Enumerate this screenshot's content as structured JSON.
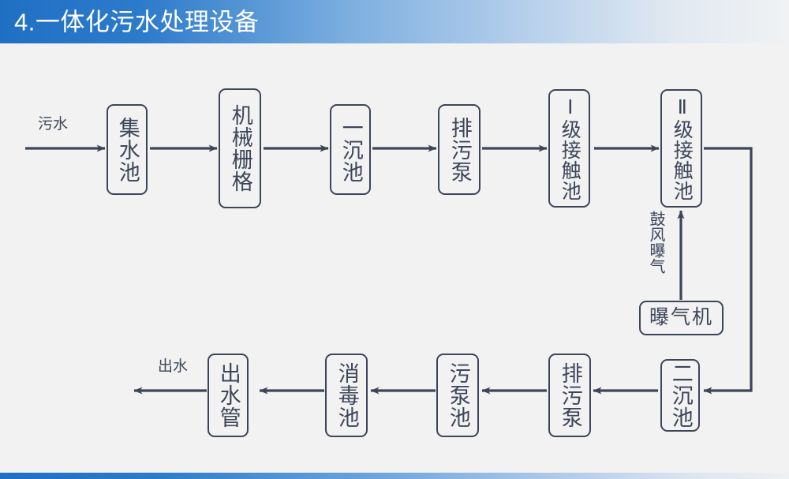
{
  "header": {
    "title": "4.一体化污水处理设备",
    "gradient_from": "#1f6fc4",
    "gradient_to": "#f0f2f3"
  },
  "footer": {
    "gradient_from": "#1f6fc4",
    "gradient_to": "#eef0f2"
  },
  "theme": {
    "background": "#f2f2f2",
    "stroke": "#3d4558",
    "node_fill": "#f2f2f2",
    "title_text": "#ffffff"
  },
  "diagram": {
    "type": "process-flowchart",
    "orientation": "serpentine-two-rows",
    "inlet_label": "污水",
    "outlet_label": "出水",
    "aeration_label": "鼓风曝气",
    "nodes": [
      {
        "id": "n1",
        "label": "集水池",
        "row": "top",
        "orient": "vertical"
      },
      {
        "id": "n2",
        "label": "机械栅格",
        "row": "top",
        "orient": "vertical"
      },
      {
        "id": "n3",
        "label": "一沉池",
        "row": "top",
        "orient": "vertical"
      },
      {
        "id": "n4",
        "label": "排污泵",
        "row": "top",
        "orient": "vertical"
      },
      {
        "id": "n5",
        "label": "Ⅰ级接触池",
        "row": "top",
        "orient": "vertical"
      },
      {
        "id": "n6",
        "label": "Ⅱ级接触池",
        "row": "top",
        "orient": "vertical"
      },
      {
        "id": "n7",
        "label": "曝气机",
        "row": "middle",
        "orient": "horizontal"
      },
      {
        "id": "n8",
        "label": "二沉池",
        "row": "bottom",
        "orient": "vertical"
      },
      {
        "id": "n9",
        "label": "排污泵",
        "row": "bottom",
        "orient": "vertical"
      },
      {
        "id": "n10",
        "label": "污泵池",
        "row": "bottom",
        "orient": "vertical"
      },
      {
        "id": "n11",
        "label": "消毒池",
        "row": "bottom",
        "orient": "vertical"
      },
      {
        "id": "n12",
        "label": "出水管",
        "row": "bottom",
        "orient": "vertical"
      }
    ],
    "edges": [
      {
        "from": "inlet",
        "to": "n1"
      },
      {
        "from": "n1",
        "to": "n2"
      },
      {
        "from": "n2",
        "to": "n3"
      },
      {
        "from": "n3",
        "to": "n4"
      },
      {
        "from": "n4",
        "to": "n5"
      },
      {
        "from": "n5",
        "to": "n6"
      },
      {
        "from": "n6",
        "to": "n8",
        "label": ""
      },
      {
        "from": "n7",
        "to": "n6",
        "label": "鼓风曝气"
      },
      {
        "from": "n8",
        "to": "n9"
      },
      {
        "from": "n9",
        "to": "n10"
      },
      {
        "from": "n10",
        "to": "n11"
      },
      {
        "from": "n11",
        "to": "n12"
      },
      {
        "from": "n12",
        "to": "outlet"
      }
    ]
  }
}
